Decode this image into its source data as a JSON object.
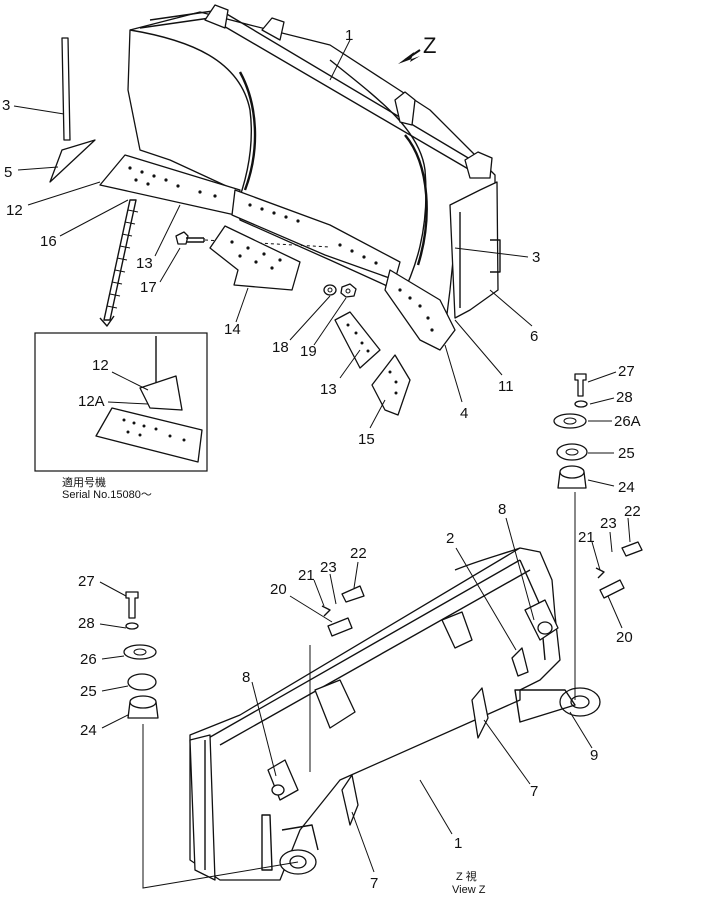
{
  "diagram": {
    "view_arrow_label": "Z",
    "callouts_upper": [
      "1",
      "3",
      "3",
      "5",
      "12",
      "16",
      "13",
      "17",
      "14",
      "18",
      "19",
      "13",
      "15",
      "4",
      "11",
      "6"
    ],
    "inset": {
      "callouts": [
        "12",
        "12A"
      ],
      "note_japanese": "適用号機",
      "note_serial": "Serial No.15080～"
    },
    "callouts_lower": [
      "27",
      "28",
      "26A",
      "25",
      "24",
      "27",
      "28",
      "26",
      "25",
      "24",
      "2",
      "8",
      "21",
      "23",
      "22",
      "21",
      "23",
      "22",
      "20",
      "20",
      "8",
      "9",
      "7",
      "7",
      "1"
    ],
    "view_caption_japanese": "Z 視",
    "view_caption": "View Z"
  }
}
